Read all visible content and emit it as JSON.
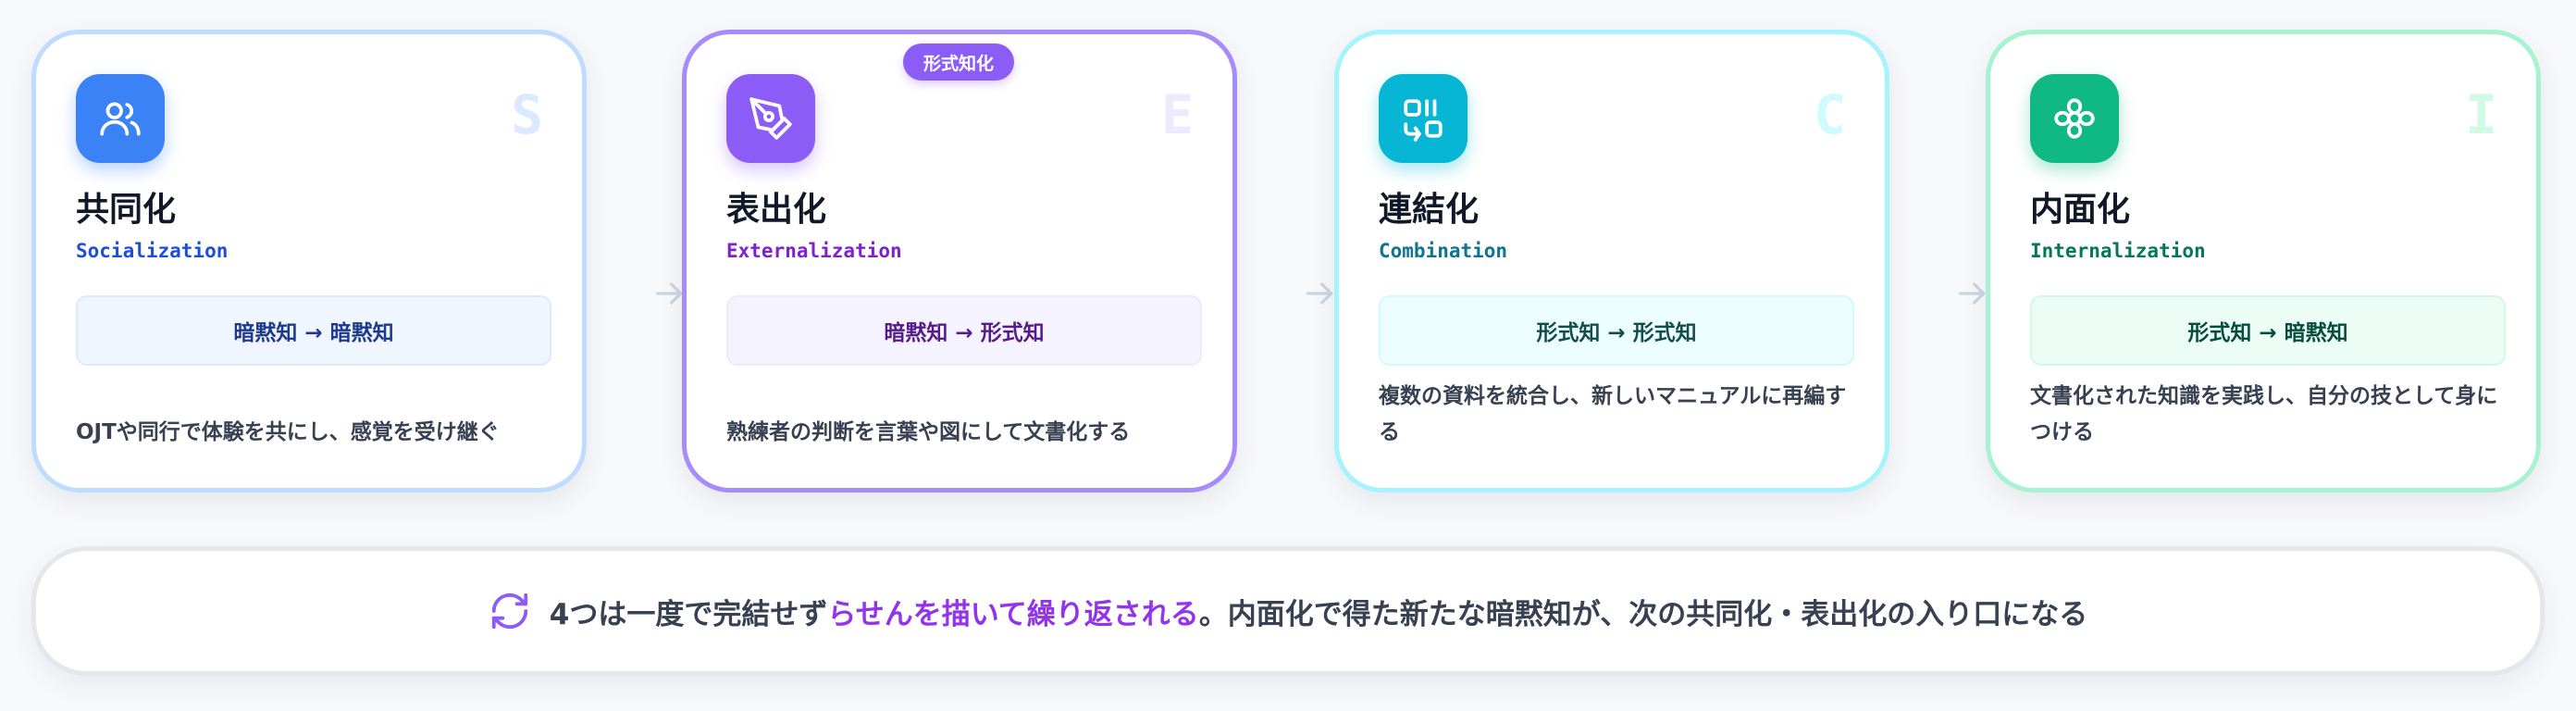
{
  "badge": "形式知化",
  "cards": [
    {
      "title": "共同化",
      "subtitle": "Socialization",
      "letter": "S",
      "flow": "暗黙知 → 暗黙知",
      "description": "OJTや同行で体験を共にし、感覚を受け継ぐ",
      "icon": "users-icon",
      "color": "#3b82f6"
    },
    {
      "title": "表出化",
      "subtitle": "Externalization",
      "letter": "E",
      "flow": "暗黙知 → 形式知",
      "description": "熟練者の判断を言葉や図にして文書化する",
      "icon": "pen-tool-icon",
      "color": "#8b5cf6"
    },
    {
      "title": "連結化",
      "subtitle": "Combination",
      "letter": "C",
      "flow": "形式知 → 形式知",
      "description": "複数の資料を統合し、新しいマニュアルに再編する",
      "icon": "combine-icon",
      "color": "#06b6d4"
    },
    {
      "title": "内面化",
      "subtitle": "Internalization",
      "letter": "I",
      "flow": "形式知 → 暗黙知",
      "description": "文書化された知識を実践し、自分の技として身につける",
      "icon": "flower-icon",
      "color": "#10b981"
    }
  ],
  "note": {
    "icon": "refresh-icon",
    "prefix": "4つは一度で完結せず",
    "highlight": "らせんを描いて繰り返される",
    "suffix": "。内面化で得た新たな暗黙知が、次の共同化・表出化の入り口になる"
  },
  "colors": {
    "highlight": "#9333ea",
    "arrow": "#cbd5e1"
  }
}
